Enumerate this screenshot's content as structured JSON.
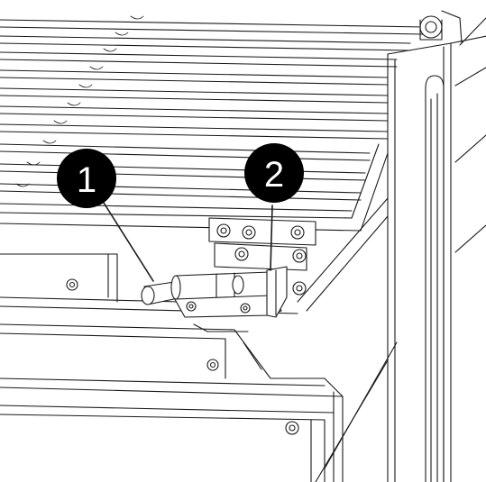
{
  "callouts": [
    {
      "label": "1",
      "target": "slide-bolt-knob"
    },
    {
      "label": "2",
      "target": "bolt-latch-tab"
    }
  ],
  "colors": {
    "line": "#1a1a1a",
    "callout_fill": "#000000",
    "callout_text": "#ffffff",
    "background": "#ffffff"
  }
}
